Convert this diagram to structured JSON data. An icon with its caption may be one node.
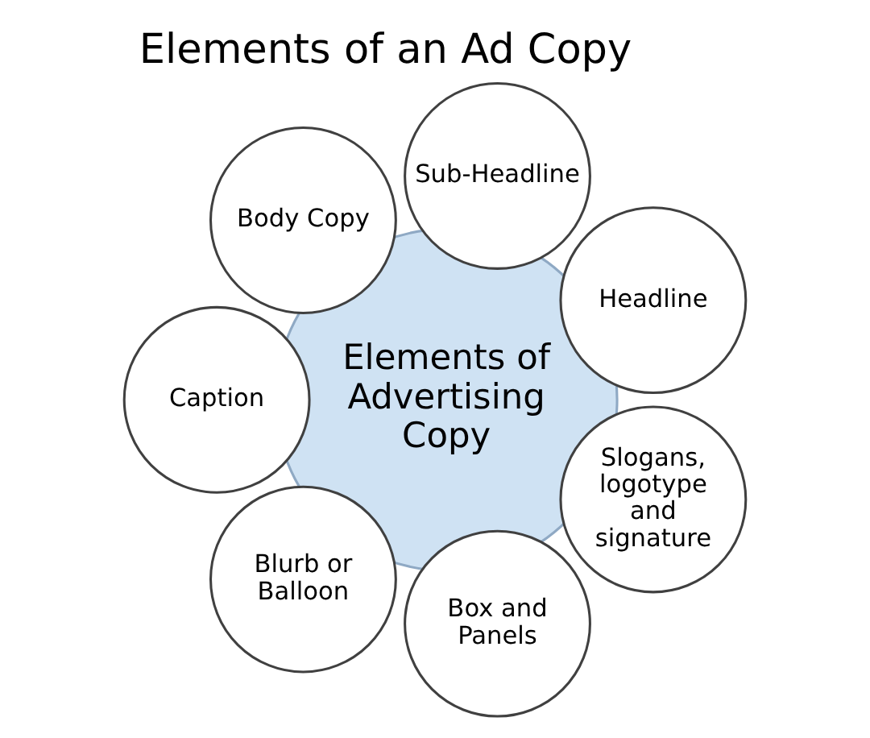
{
  "diagram": {
    "title": "Elements of an Ad Copy",
    "nodes": [
      {
        "text": [
          "Elements of Advertising Copy"
        ]
      },
      {
        "text": [
          "Headline"
        ]
      },
      {
        "text": [
          "Sub-Headline"
        ]
      },
      {
        "text": [
          "Body Copy"
        ]
      },
      {
        "text": [
          "Caption"
        ]
      },
      {
        "text": [
          "Blurb or Balloon"
        ]
      },
      {
        "text": [
          "Box and Panels"
        ]
      },
      {
        "text": [
          "Slogans, logotype and signature"
        ]
      }
    ],
    "edges": []
  }
}
